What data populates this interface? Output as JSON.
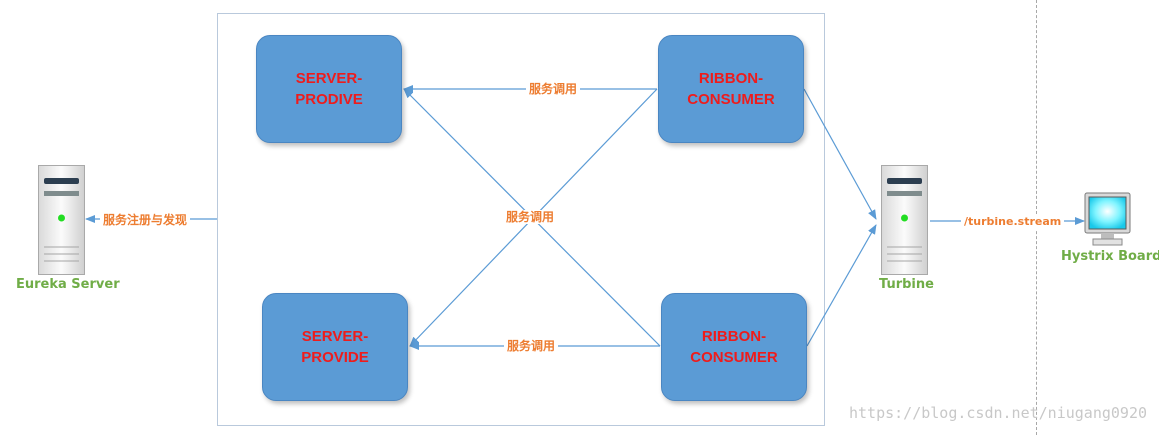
{
  "nodes": {
    "server_prodive": [
      "SERVER-",
      "PRODIVE"
    ],
    "ribbon_consumer_top": [
      "RIBBON-",
      "CONSUMER"
    ],
    "server_provide": [
      "SERVER-",
      "PROVIDE"
    ],
    "ribbon_consumer_bottom": [
      "RIBBON-",
      "CONSUMER"
    ]
  },
  "edge_labels": {
    "call_top": "服务调用",
    "call_middle": "服务调用",
    "call_bottom": "服务调用",
    "register_discover": "服务注册与发现",
    "turbine_stream": "/turbine.stream"
  },
  "captions": {
    "eureka_server": "Eureka Server",
    "turbine": "Turbine",
    "hystrix_board": "Hystrix Board"
  },
  "watermark": "https://blog.csdn.net/niugang0920",
  "colors": {
    "node_fill": "#5b9bd5",
    "node_text": "#ee1c1c",
    "edge_label": "#ed7d31",
    "caption": "#70ad47",
    "arrow": "#5b9bd5"
  }
}
